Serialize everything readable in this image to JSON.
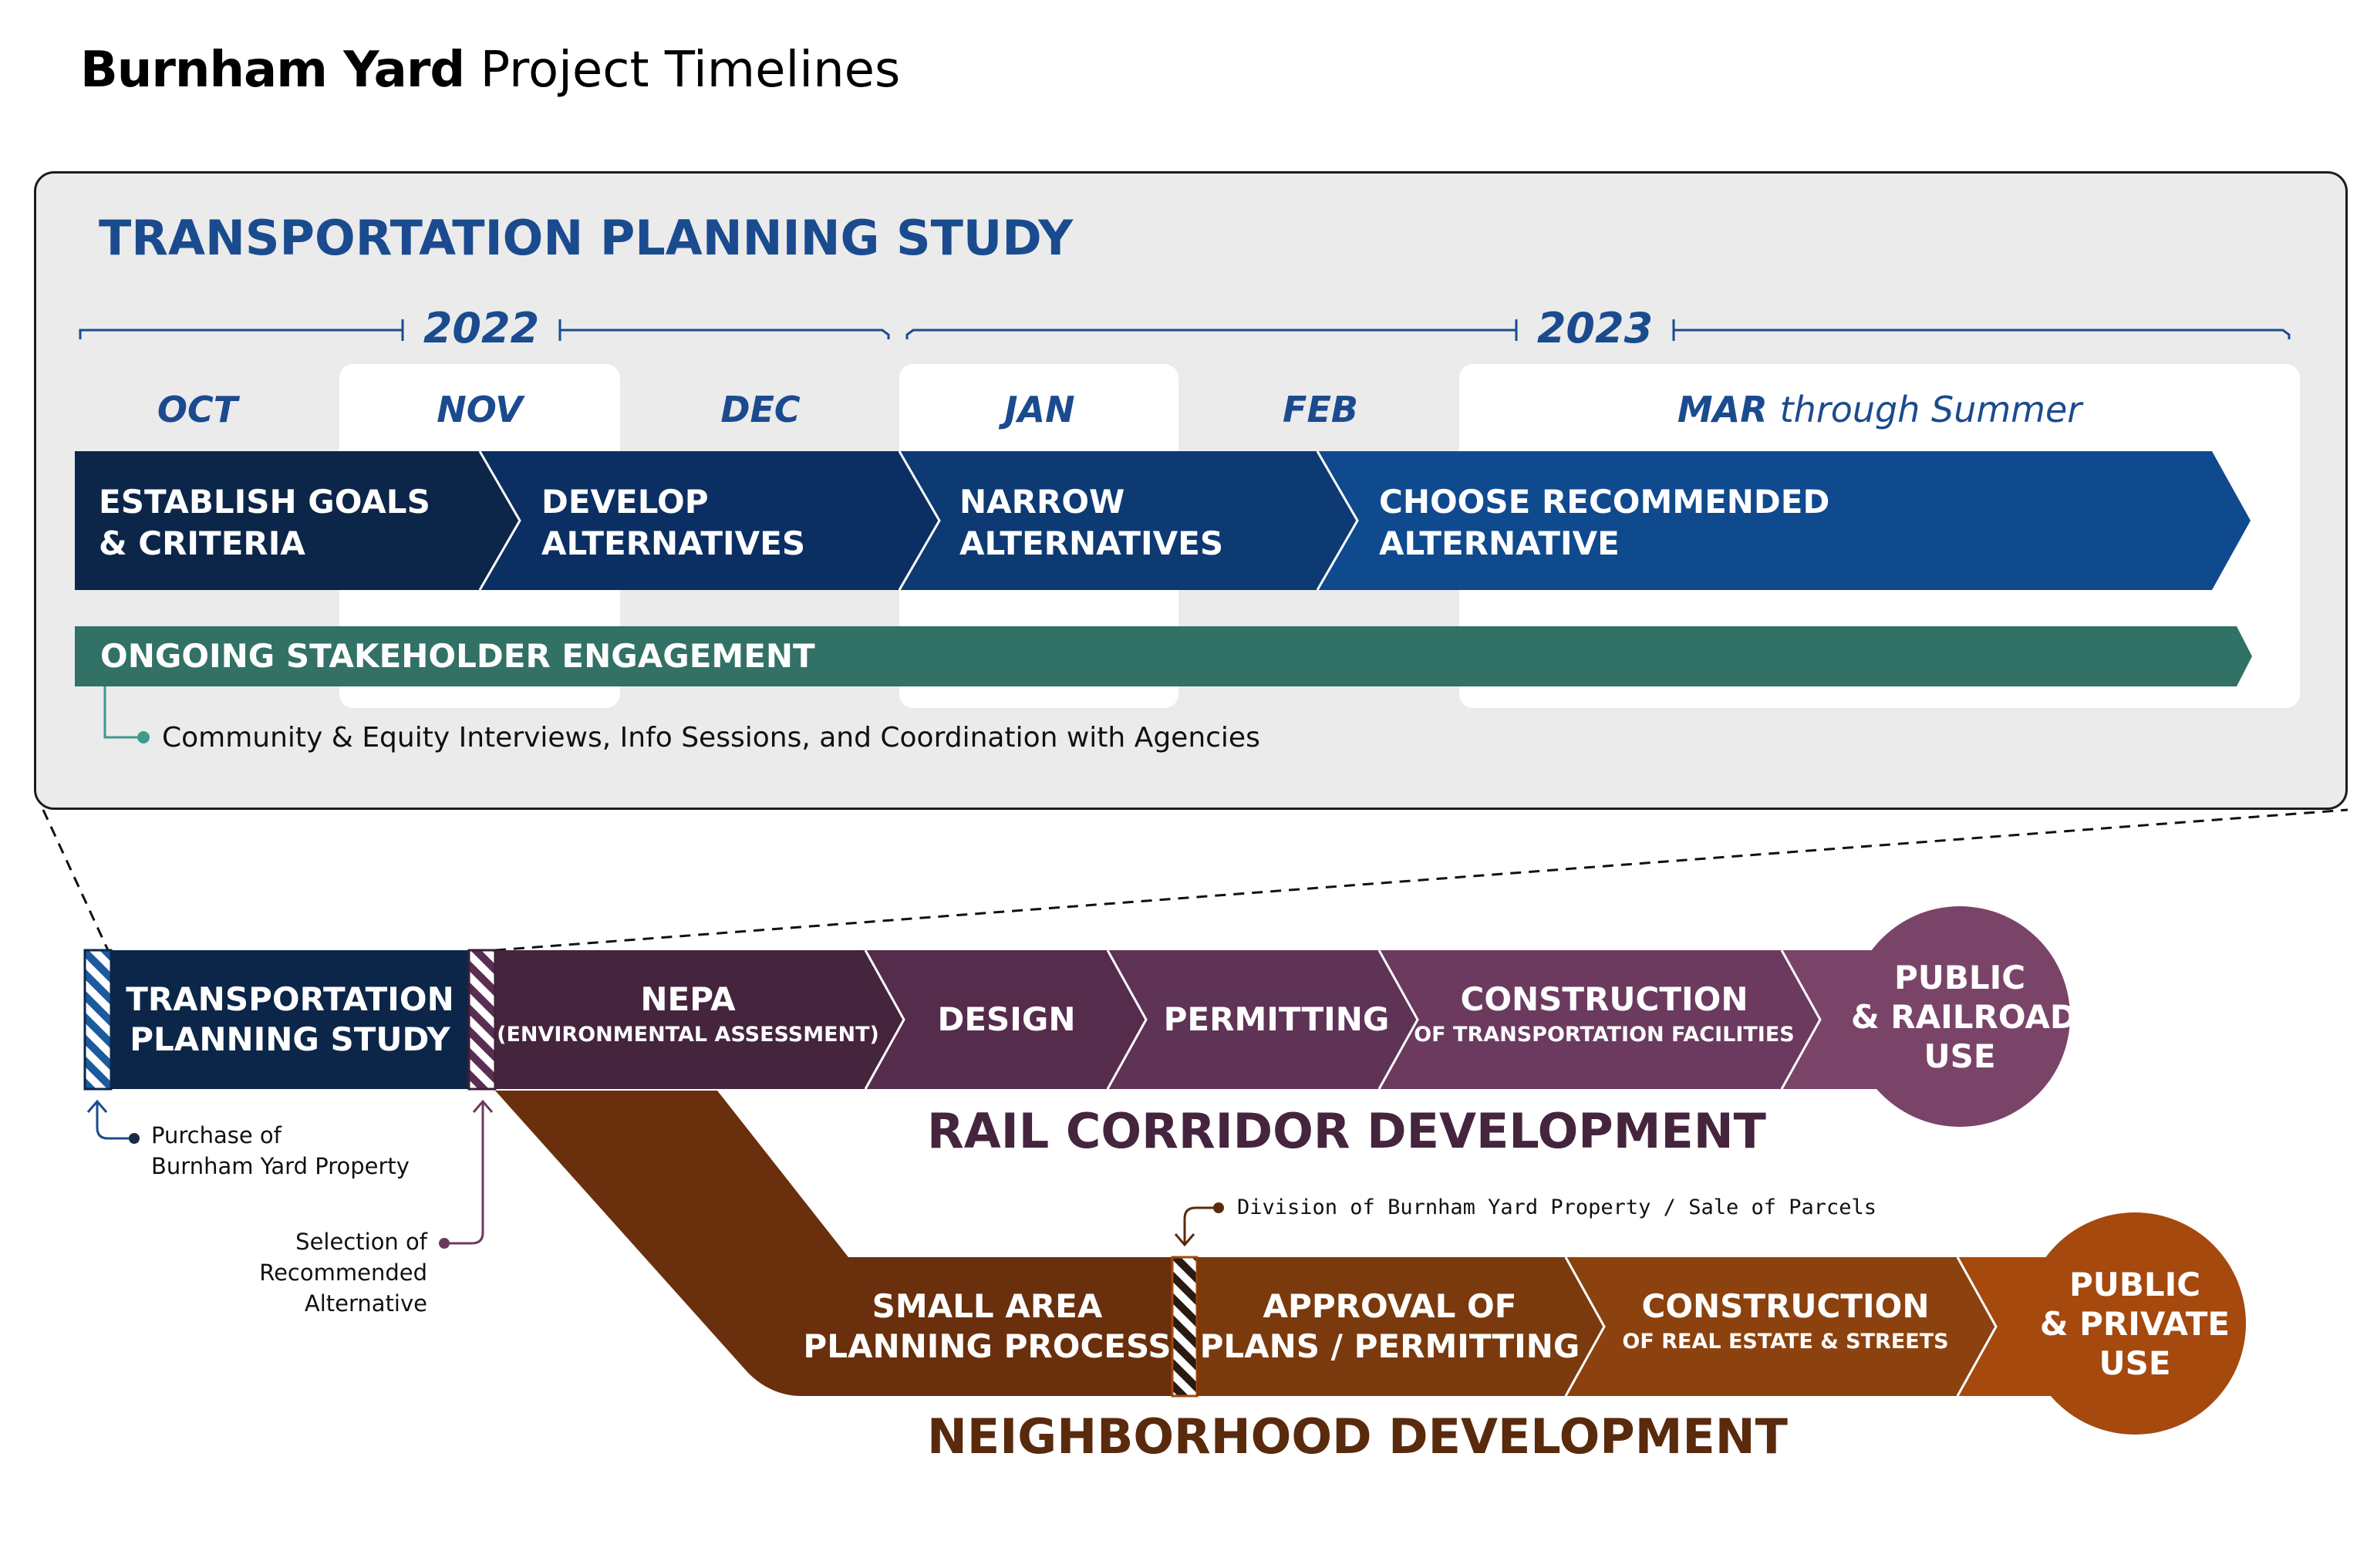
{
  "page_title": {
    "bold": "Burnham Yard",
    "regular": "Project Timelines"
  },
  "study": {
    "heading": "TRANSPORTATION PLANNING STUDY",
    "years": [
      "2022",
      "2023"
    ],
    "months": [
      "OCT",
      "NOV",
      "DEC",
      "JAN",
      "FEB"
    ],
    "last_month": {
      "bold": "MAR",
      "light": "through Summer"
    },
    "phases": [
      {
        "line1": "ESTABLISH GOALS",
        "line2": "& CRITERIA"
      },
      {
        "line1": "DEVELOP",
        "line2": "ALTERNATIVES"
      },
      {
        "line1": "NARROW",
        "line2": "ALTERNATIVES"
      },
      {
        "line1": "CHOOSE RECOMMENDED",
        "line2": "ALTERNATIVE"
      }
    ],
    "engagement": "ONGOING STAKEHOLDER ENGAGEMENT",
    "engagement_note": "Community & Equity Interviews, Info Sessions, and Coordination with Agencies"
  },
  "rail": {
    "study_segment": {
      "line1": "TRANSPORTATION",
      "line2": "PLANNING STUDY"
    },
    "segments": [
      {
        "title": "NEPA",
        "sub": "(ENVIRONMENTAL ASSESSMENT)"
      },
      {
        "title": "DESIGN",
        "sub": ""
      },
      {
        "title": "PERMITTING",
        "sub": ""
      },
      {
        "title": "CONSTRUCTION",
        "sub": "OF TRANSPORTATION FACILITIES"
      }
    ],
    "end": {
      "line1": "PUBLIC",
      "line2": "& RAILROAD",
      "line3": "USE"
    },
    "title": "RAIL CORRIDOR DEVELOPMENT"
  },
  "neighborhood": {
    "segments": [
      {
        "line1": "SMALL AREA",
        "line2": "PLANNING PROCESS"
      },
      {
        "line1": "APPROVAL OF",
        "line2": "PLANS / PERMITTING"
      },
      {
        "title": "CONSTRUCTION",
        "sub": "OF REAL ESTATE & STREETS"
      }
    ],
    "end": {
      "line1": "PUBLIC",
      "line2": "& PRIVATE",
      "line3": "USE"
    },
    "title": "NEIGHBORHOOD DEVELOPMENT"
  },
  "milestones": {
    "purchase": {
      "line1": "Purchase of",
      "line2": "Burnham Yard Property"
    },
    "selection": {
      "line1": "Selection of",
      "line2": "Recommended",
      "line3": "Alternative"
    },
    "division": "Division of Burnham Yard Property / Sale of Parcels"
  },
  "colors": {
    "study_blue": "#1b4b8f",
    "navy_dark": "#0d2545",
    "engagement_green": "#327166",
    "rail_purple": "#6b3a5e",
    "neighborhood_brown": "#7a3a0e",
    "neighborhood_orange": "#a5490e"
  }
}
